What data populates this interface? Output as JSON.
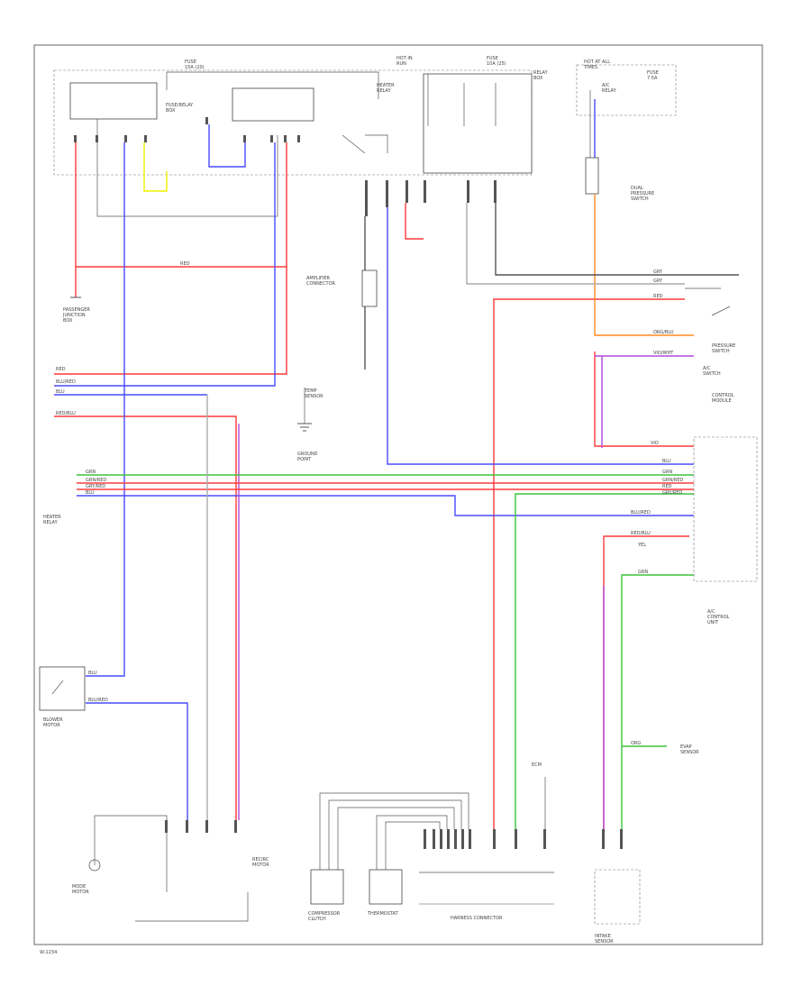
{
  "diagram": {
    "page_code": "W-1234",
    "wire_colors": {
      "red": "#ff3a3a",
      "blue": "#4a4aff",
      "violet": "#b04adb",
      "yellow": "#f0f000",
      "green": "#3cc33c",
      "orange": "#ff8a1e",
      "gray": "#555555",
      "light_gray": "#b4b4b4"
    },
    "labels": {
      "fuse_a": "FUSE\n15A (20)",
      "fuse_b": "FUSE\n10A (25)",
      "fuse_c": "FUSE\n7.5A",
      "hot_in_run": "HOT IN\nRUN",
      "hot_at_all_times": "HOT AT ALL\nTIMES",
      "relay_box": "RELAY\nBOX",
      "fuse_relay_box": "FUSE/RELAY\nBOX",
      "passenger_junction": "PASSENGER\nJUNCTION\nBOX",
      "heater_relay": "HEATER\nRELAY",
      "ground": "G",
      "ground_point": "GROUND\nPOINT",
      "amplifier_connector": "AMPLIFIER\nCONNECTOR",
      "blower_motor": "BLOWER\nMOTOR",
      "a_c_relay": "A/C\nRELAY",
      "a_c_switch": "A/C\nSWITCH",
      "temp_sensor": "TEMP\nSENSOR",
      "pressure_switch": "PRESSURE\nSWITCH",
      "ecm": "ECM",
      "compressor_clutch": "COMPRESSOR\nCLUTCH",
      "thermostat": "THERMOSTAT",
      "control_module": "CONTROL\nMODULE",
      "a_c_control_unit": "A/C\nCONTROL\nUNIT",
      "dual_pressure_switch": "DUAL\nPRESSURE\nSWITCH",
      "mode_motor": "MODE\nMOTOR",
      "recirc_motor": "RECIRC\nMOTOR",
      "intake_sensor": "INTAKE\nSENSOR",
      "evap_sensor": "EVAP\nSENSOR",
      "harness_connector": "HARNESS CONNECTOR"
    },
    "wire_codes": {
      "red": "RED",
      "blu": "BLU",
      "yel": "YEL",
      "grn": "GRN",
      "org": "ORG",
      "vio": "VIO",
      "gry": "GRY",
      "red_blu": "RED/BLU",
      "blu_red": "BLU/RED",
      "grn_red": "GRN/RED",
      "gry_red": "GRY/RED",
      "vio_wht": "VIO/WHT",
      "org_blu": "ORG/BLU"
    }
  }
}
